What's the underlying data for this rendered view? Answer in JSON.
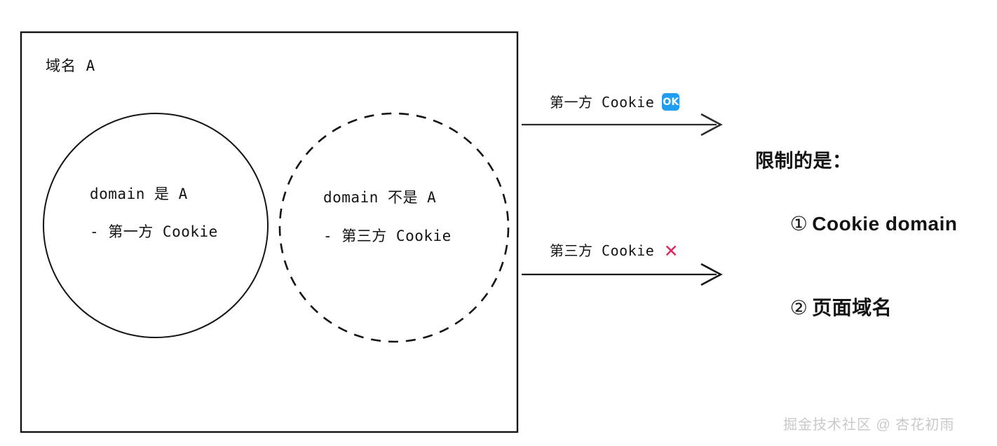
{
  "diagram": {
    "box": {
      "label": "域名 A"
    },
    "solid_circle": {
      "line1": "domain 是 A",
      "line2": "- 第一方 Cookie"
    },
    "dashed_circle": {
      "line1": "domain 不是 A",
      "line2": "- 第三方 Cookie"
    },
    "arrows": [
      {
        "label": "第一方 Cookie",
        "badge": "OK",
        "badge_type": "ok-badge",
        "badge_color": "#1e9df1"
      },
      {
        "label": "第三方 Cookie",
        "badge": "✕",
        "badge_type": "x-mark",
        "badge_color": "#e8245c"
      }
    ]
  },
  "right_panel": {
    "heading": "限制的是：",
    "items": [
      {
        "number": "①",
        "text": "Cookie domain"
      },
      {
        "number": "②",
        "text": "页面域名"
      }
    ]
  },
  "watermark": "掘金技术社区 @ 杏花初雨",
  "colors": {
    "stroke": "#141414",
    "background": "#ffffff",
    "accent_ok": "#1e9df1",
    "accent_error": "#e8245c",
    "watermark": "#c9c9c9"
  }
}
